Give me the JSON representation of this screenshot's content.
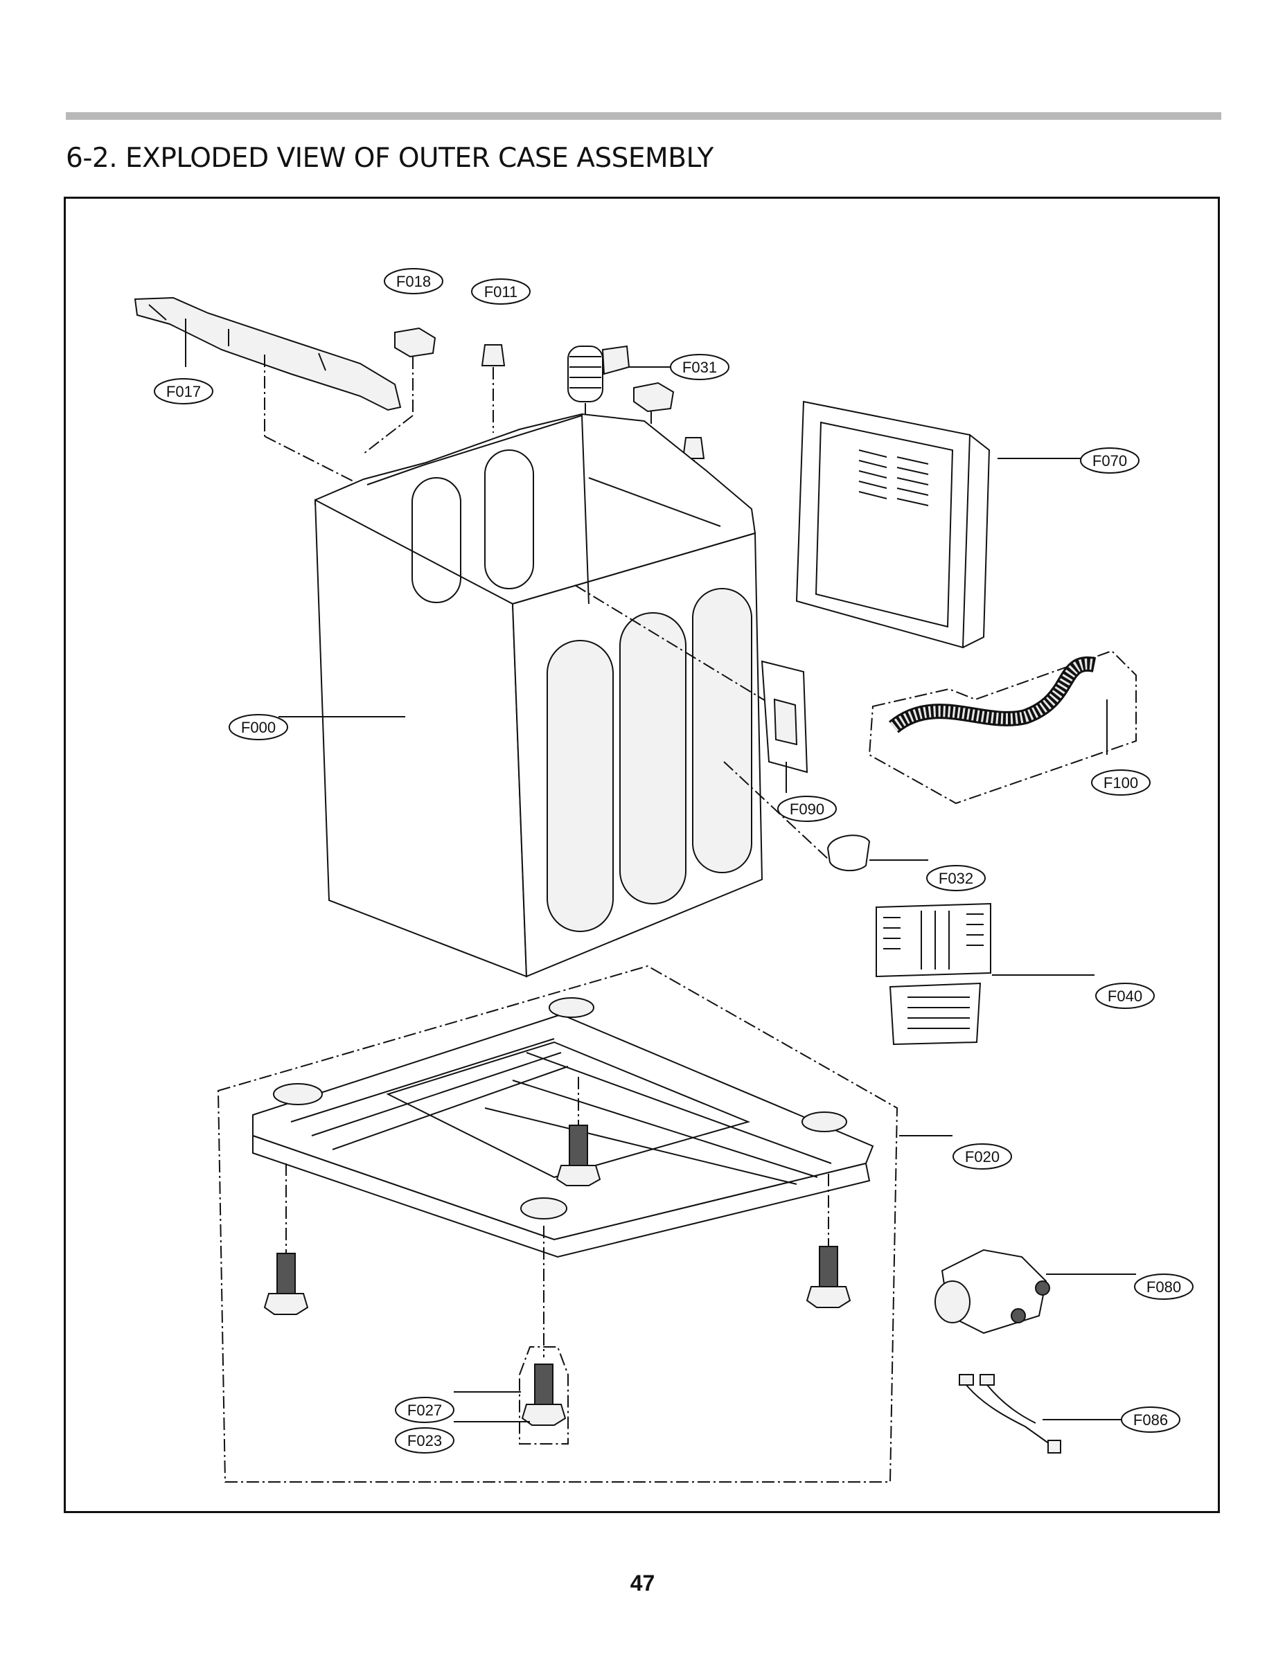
{
  "header": {
    "title": "6-2. EXPLODED VIEW OF OUTER CASE ASSEMBLY"
  },
  "callouts": {
    "f000": "F000",
    "f011": "F011",
    "f017": "F017",
    "f018": "F018",
    "f020": "F020",
    "f023": "F023",
    "f027": "F027",
    "f031": "F031",
    "f032": "F032",
    "f040": "F040",
    "f070": "F070",
    "f080": "F080",
    "f086": "F086",
    "f090": "F090",
    "f100": "F100"
  },
  "footer": {
    "page_number": "47"
  }
}
